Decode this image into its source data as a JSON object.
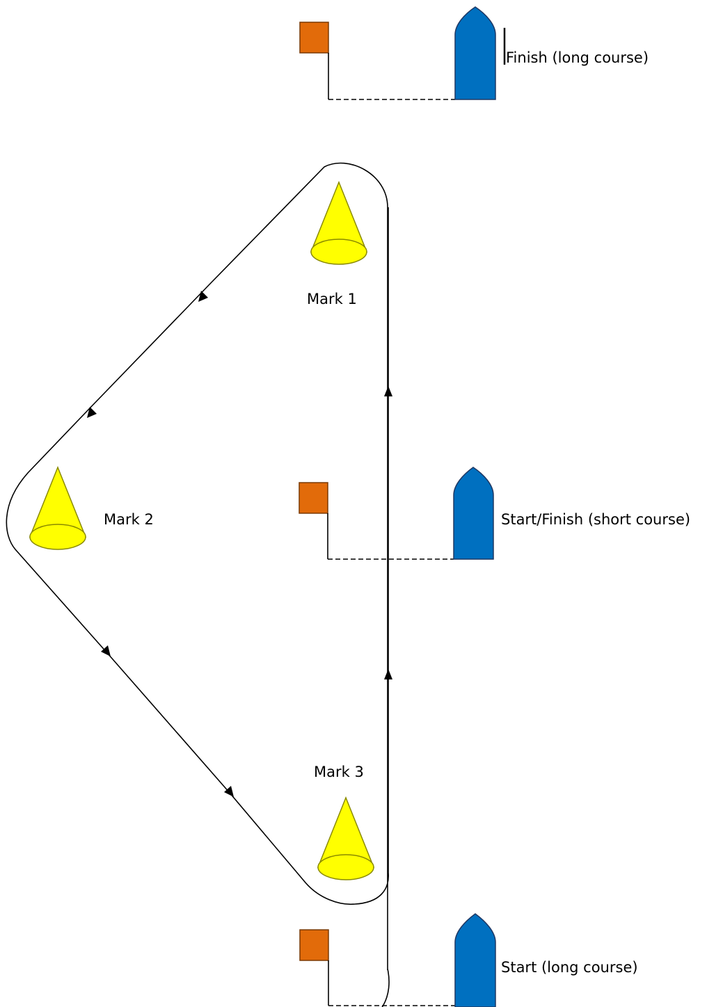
{
  "labels": {
    "mark1": "Mark 1",
    "mark2": "Mark 2",
    "mark3": "Mark 3",
    "finish_long": "Finish (long course)",
    "start_finish_short": "Start/Finish (short course)",
    "start_long": "Start (long course)"
  },
  "colors": {
    "mark_fill": "#ffff00",
    "mark_stroke": "#8a8a00",
    "flag_fill": "#e26b0a",
    "flag_stroke": "#7a3a05",
    "boat_fill": "#0070c0",
    "boat_stroke": "#1f3864",
    "line": "#000000"
  },
  "icons": {
    "mark": "yellow-cone-buoy-icon",
    "flag": "orange-flag-icon",
    "boat": "committee-boat-icon",
    "arrow": "course-direction-arrow-icon"
  }
}
